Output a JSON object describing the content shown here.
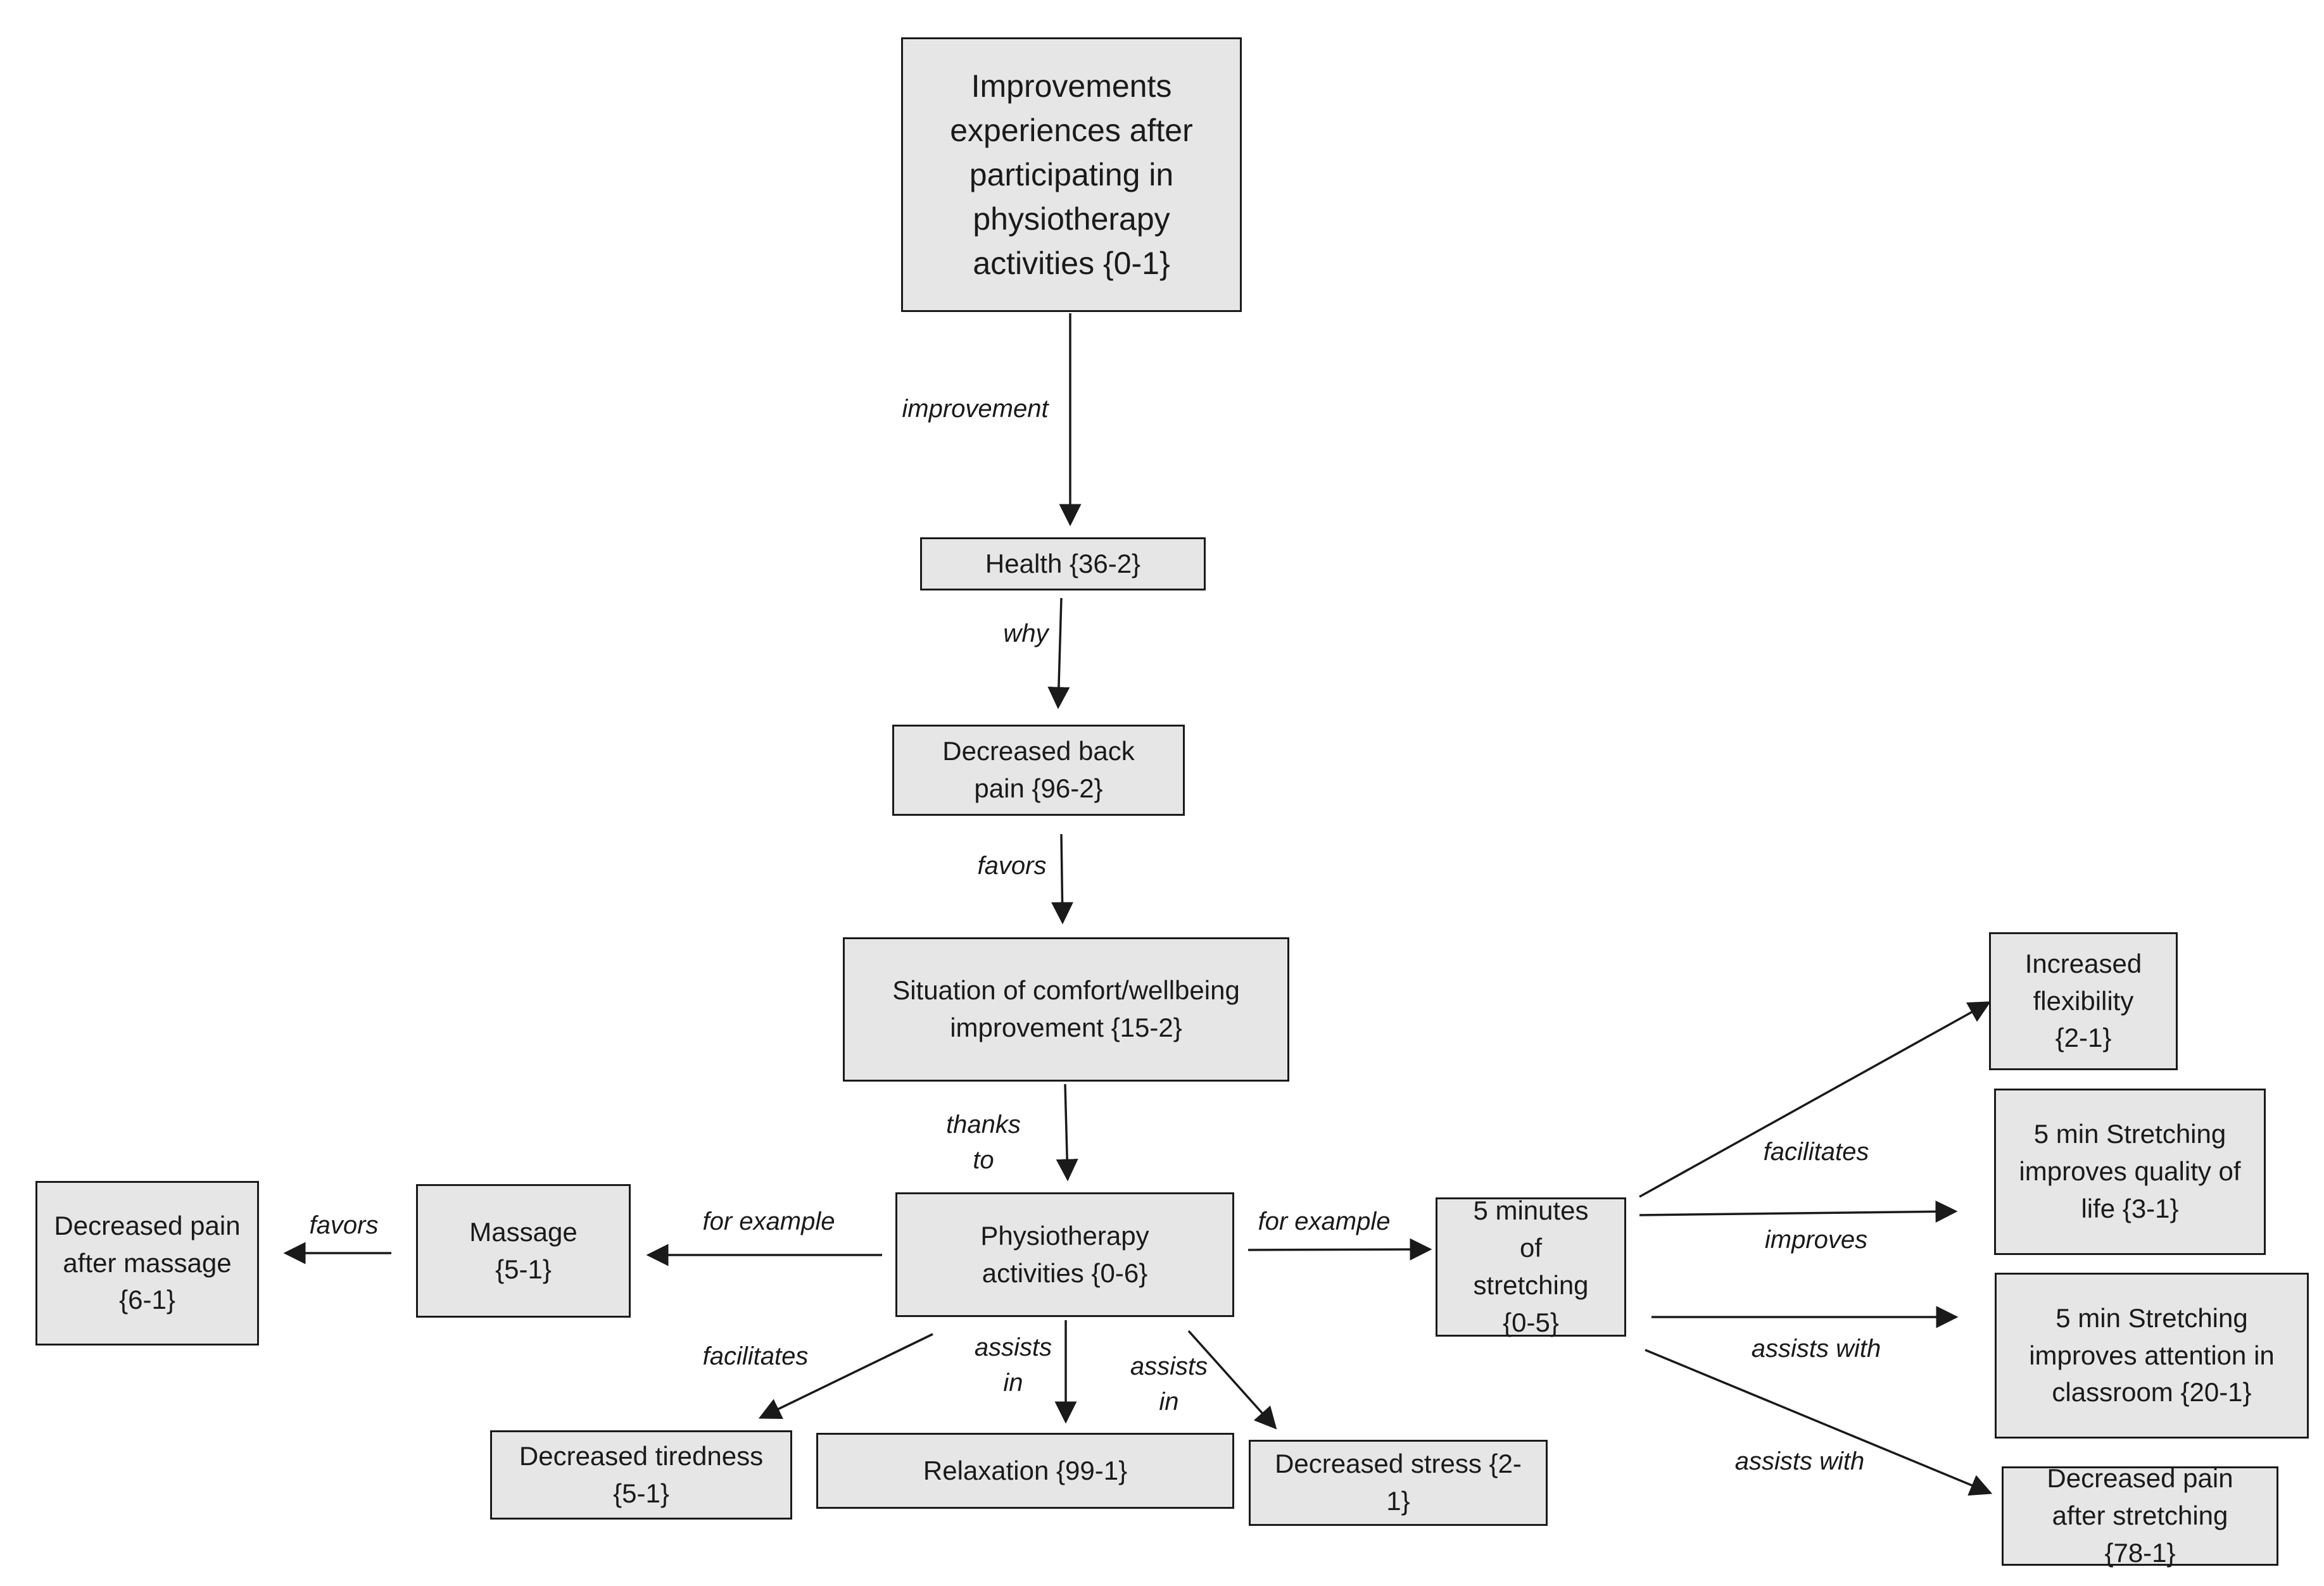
{
  "nodes": {
    "root": "Improvements experiences after participating in physiotherapy activities {0-1}",
    "health": "Health {36-2}",
    "back_pain": "Decreased back pain {96-2}",
    "comfort": "Situation of comfort/wellbeing improvement {15-2}",
    "physio": "Physiotherapy activities {0-6}",
    "massage": "Massage {5-1}",
    "massage_pain": "Decreased pain after massage {6-1}",
    "tiredness": "Decreased tiredness {5-1}",
    "relaxation": "Relaxation {99-1}",
    "stress": "Decreased stress {2-1}",
    "stretching": "5 minutes of stretching {0-5}",
    "flexibility": "Increased flexibility {2-1}",
    "quality_life": "5 min Stretching improves quality of life {3-1}",
    "attention": "5 min Stretching improves attention in classroom {20-1}",
    "stretch_pain": "Decreased pain after stretching {78-1}"
  },
  "edges": {
    "root_health": "improvement",
    "health_back": "why",
    "back_comfort": "favors",
    "comfort_physio": "thanks to",
    "physio_massage": "for example",
    "massage_pain": "favors",
    "physio_stretching": "for example",
    "physio_tiredness": "facilitates",
    "physio_relaxation": "assists in",
    "physio_stress": "assists in",
    "stretch_flex": "facilitates",
    "stretch_quality": "improves",
    "stretch_attention": "assists with",
    "stretch_pain": "assists with"
  }
}
